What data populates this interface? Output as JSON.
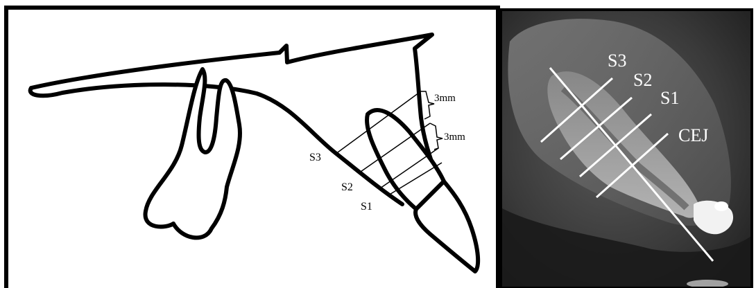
{
  "schematic": {
    "section_labels": {
      "s3": "S3",
      "s2": "S2",
      "s1": "S1"
    },
    "measure_labels": {
      "upper": "3mm",
      "lower": "3mm"
    }
  },
  "ct_image": {
    "labels": {
      "s3": "S3",
      "s2": "S2",
      "s1": "S1",
      "cej": "CEJ"
    }
  },
  "colors": {
    "frame": "#000000",
    "line_art": "#000000",
    "ct_overlay": "#ffffff"
  }
}
